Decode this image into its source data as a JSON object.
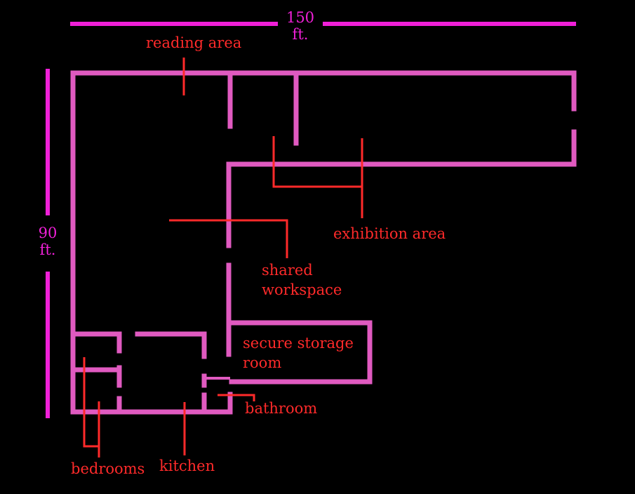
{
  "colors": {
    "wall": "#e05ac0",
    "dimension": "#f020d8",
    "label": "#ff2a2a",
    "background": "#000000"
  },
  "dimensions": {
    "width_value": "150",
    "width_unit": "ft.",
    "height_value": "90",
    "height_unit": "ft."
  },
  "rooms": {
    "reading_area": "reading area",
    "exhibition_area": "exhibition area",
    "shared_workspace_line1": "shared",
    "shared_workspace_line2": "workspace",
    "secure_storage_line1": "secure storage",
    "secure_storage_line2": "room",
    "bathroom": "bathroom",
    "bedrooms": "bedrooms",
    "kitchen": "kitchen"
  }
}
